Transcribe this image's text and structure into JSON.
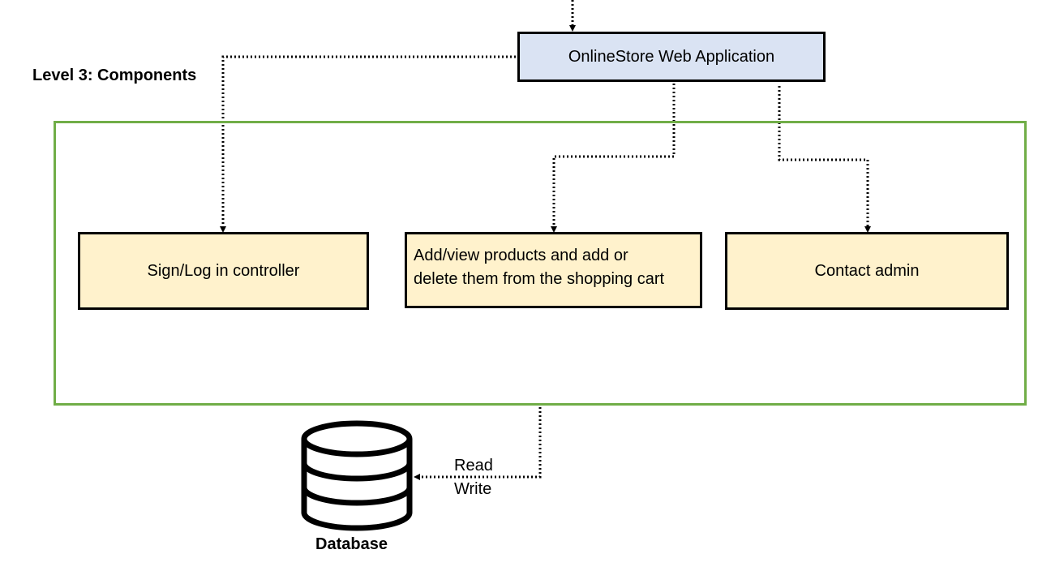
{
  "diagram": {
    "title": "Level 3: Components",
    "web_app": {
      "label": "OnlineStore Web Application"
    },
    "components": {
      "signin": {
        "label": "Sign/Log in controller"
      },
      "products": {
        "line1": "Add/view products and add or",
        "line2": "delete them from the shopping cart"
      },
      "contact": {
        "label": "Contact admin"
      }
    },
    "database": {
      "label": "Database",
      "edge_line1": "Read",
      "edge_line2": "Write"
    },
    "colors": {
      "app_fill": "#dae3f3",
      "component_fill": "#fff2cc",
      "container_border": "#70ad47"
    }
  }
}
